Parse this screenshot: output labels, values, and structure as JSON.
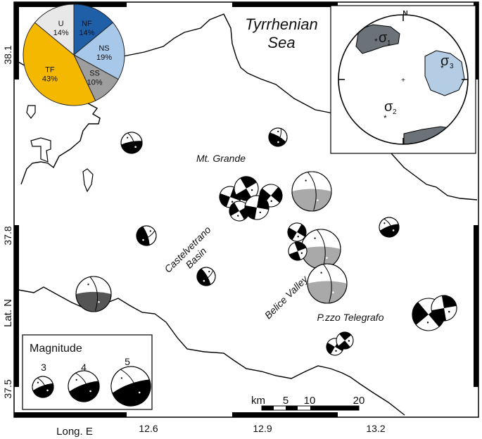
{
  "title_sea": [
    "Tyrrhenian",
    "Sea"
  ],
  "place_labels": {
    "mt_grande": "Mt. Grande",
    "castelvetrano": [
      "Castelvetrano",
      "Basin"
    ],
    "belice": "Belice Valley",
    "telegrafo": "P.zzo Telegrafo"
  },
  "axes": {
    "lat_label": "Lat. N",
    "lon_label": "Long. E",
    "lat_ticks": [
      "38.1",
      "37.8",
      "37.5"
    ],
    "lon_ticks": [
      "12.6",
      "12.9",
      "13.2"
    ]
  },
  "chart_data": {
    "type": "pie",
    "slices": [
      {
        "label": "NF",
        "value": 14,
        "text": "14%",
        "color": "#1f5fa8"
      },
      {
        "label": "NS",
        "value": 19,
        "text": "19%",
        "color": "#a8c8ea"
      },
      {
        "label": "SS",
        "value": 10,
        "text": "10%",
        "color": "#9e9e9e"
      },
      {
        "label": "TF",
        "value": 43,
        "text": "43%",
        "color": "#f5b800"
      },
      {
        "label": "U",
        "value": 14,
        "text": "14%",
        "color": "#e8e8e8"
      }
    ]
  },
  "stereonet": {
    "north_label": "N",
    "sigma1": "σ",
    "sigma1_sub": "1",
    "sigma2": "σ",
    "sigma2_sub": "2",
    "sigma3": "σ",
    "sigma3_sub": "3"
  },
  "legend": {
    "title": "Magnitude",
    "items": [
      "3",
      "4",
      "5"
    ]
  },
  "scalebar": {
    "unit": "km",
    "labels": [
      "5",
      "10",
      "20"
    ]
  },
  "colors": {
    "normal": "#1f5fa8",
    "normal_strike": "#a8c8ea",
    "strike_slip": "#9e9e9e",
    "thrust": "#f5b800",
    "unknown": "#e8e8e8",
    "sigma1_region": "#6b7278",
    "sigma3_region": "#b4cce4",
    "beachball_dark": "#000000",
    "beachball_gray": "#a9a9a9",
    "beachball_darkgray": "#555555"
  }
}
